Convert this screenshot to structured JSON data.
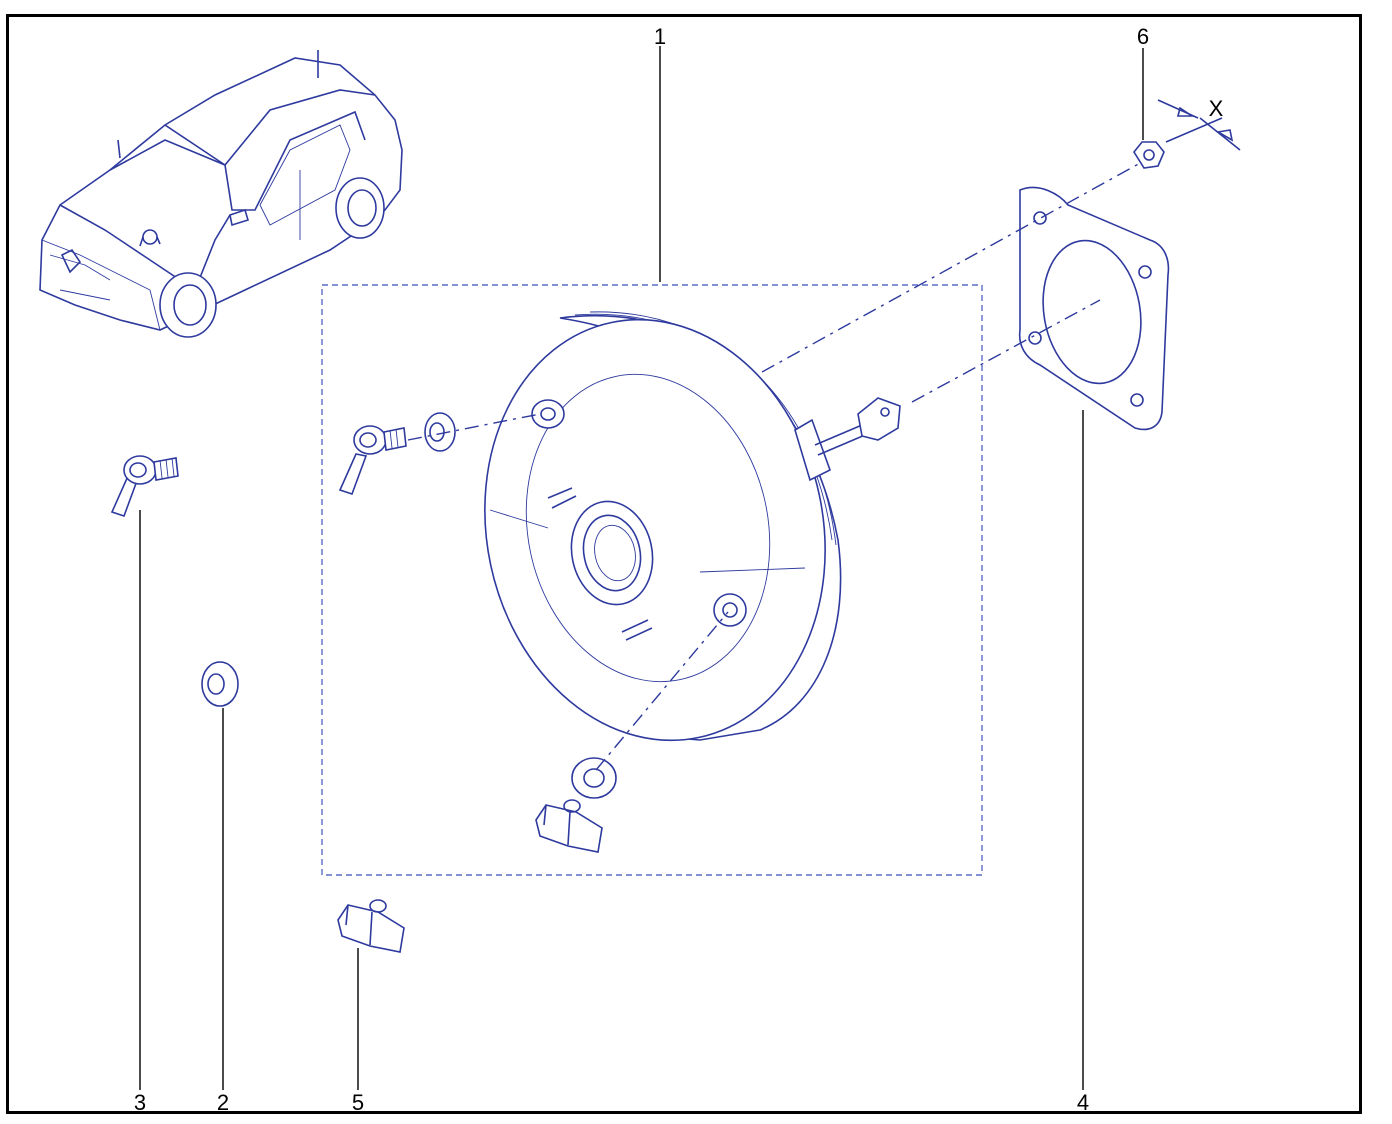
{
  "callouts": {
    "c1": "1",
    "c2": "2",
    "c3": "3",
    "c4": "4",
    "c5": "5",
    "c6": "6",
    "dimension": "X"
  },
  "colors": {
    "line": "#2e3a9e",
    "leader": "#000000",
    "frame": "#000000"
  }
}
